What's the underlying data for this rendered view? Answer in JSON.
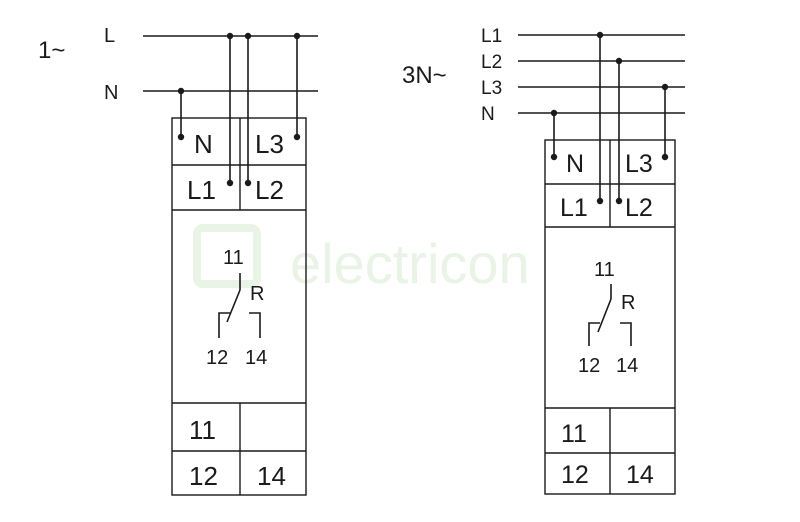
{
  "watermark": {
    "text": "electricon",
    "color": "#e9f3e6"
  },
  "left": {
    "supply_label": "1~",
    "lines": [
      "L",
      "N"
    ],
    "terminals": {
      "top": [
        "N",
        "L3"
      ],
      "second": [
        "L1",
        "L2"
      ]
    },
    "relay": {
      "common": "11",
      "name": "R",
      "nc": "12",
      "no": "14"
    },
    "bottom_terminals": {
      "row1": [
        "11",
        ""
      ],
      "row2": [
        "12",
        "14"
      ]
    }
  },
  "right": {
    "supply_label": "3N~",
    "lines": [
      "L1",
      "L2",
      "L3",
      "N"
    ],
    "terminals": {
      "top": [
        "N",
        "L3"
      ],
      "second": [
        "L1",
        "L2"
      ]
    },
    "relay": {
      "common": "11",
      "name": "R",
      "nc": "12",
      "no": "14"
    },
    "bottom_terminals": {
      "row1": [
        "11",
        ""
      ],
      "row2": [
        "12",
        "14"
      ]
    }
  }
}
